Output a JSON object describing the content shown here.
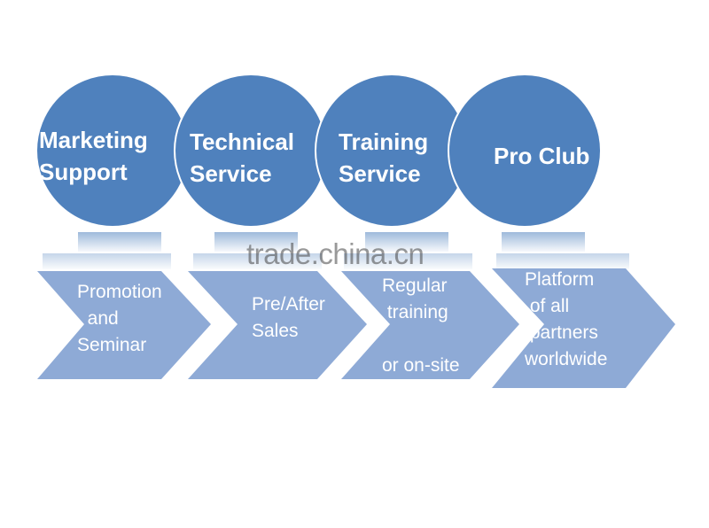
{
  "circles": [
    {
      "label": "Marketing\nSupport"
    },
    {
      "label": "Technical\nService"
    },
    {
      "label": "Training\nService"
    },
    {
      "label": "Pro Club"
    }
  ],
  "chevrons": [
    {
      "text": "Promotion\n  and\nSeminar"
    },
    {
      "text": "Pre/After\nSales"
    },
    {
      "text": "Regular\n training\n\nor on-site"
    },
    {
      "text": "Platform\n of all\n partners\nworldwide"
    }
  ],
  "watermark": "trade.china.cn",
  "colors": {
    "circle": "#4f81bd",
    "chevron": "#8eaad6",
    "text": "#ffffff"
  }
}
